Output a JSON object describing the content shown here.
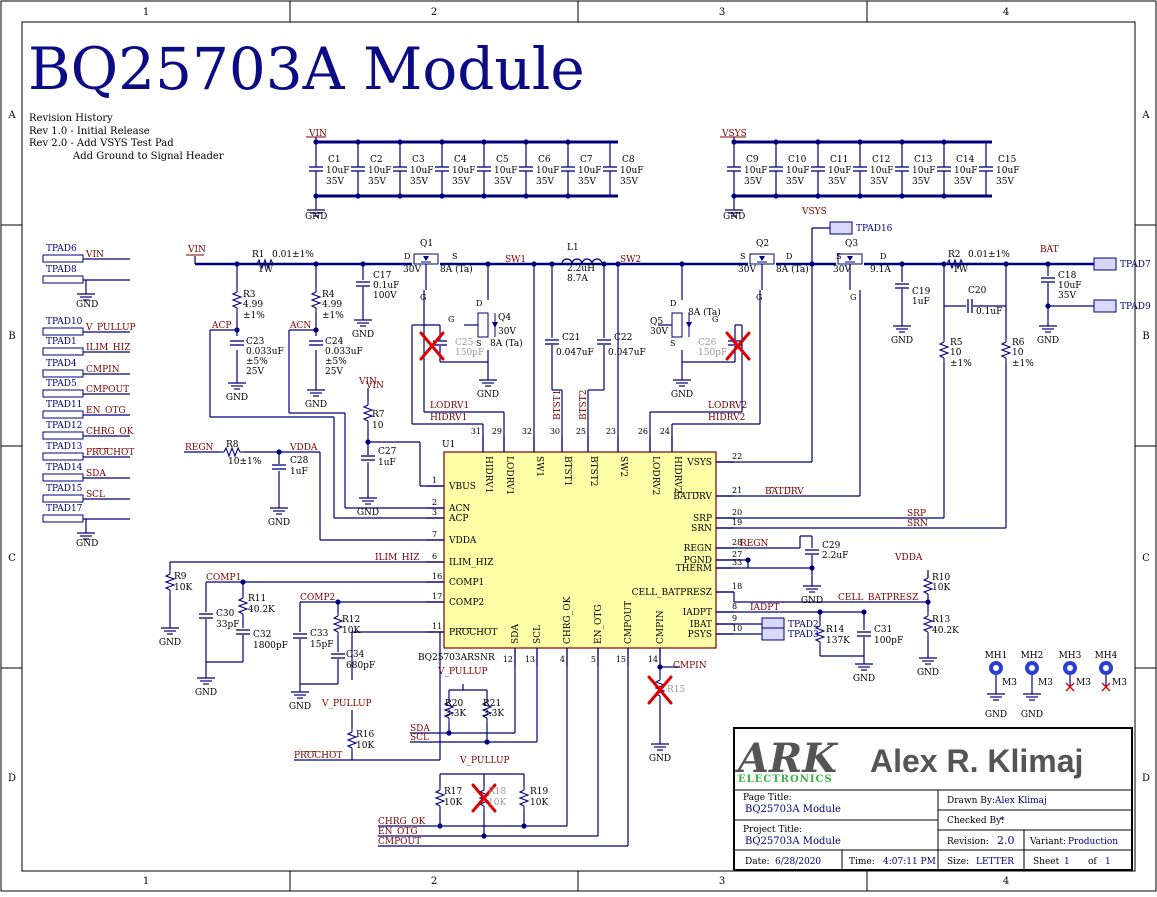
{
  "sheet": {
    "title": "BQ25703A Module",
    "col_labels": [
      "1",
      "2",
      "3",
      "4"
    ],
    "row_labels": [
      "A",
      "B",
      "C",
      "D"
    ],
    "revision_history": [
      "Revision History",
      "Rev 1.0 - Initial Release",
      "Rev 2.0 - Add VSYS Test Pad",
      "Add Ground to Signal Header"
    ]
  },
  "title_block": {
    "logo_main": "ARK",
    "logo_sub": "ELECTRONICS",
    "author_name": "Alex R. Klimaj",
    "page_title_label": "Page Title:",
    "page_title": "BQ25703A Module",
    "project_title_label": "Project Title:",
    "project_title": "BQ25703A Module",
    "drawn_by_label": "Drawn By:",
    "drawn_by": "Alex Klimaj",
    "checked_by_label": "Checked By:",
    "checked_by": "*",
    "revision_label": "Revision:",
    "revision": "2.0",
    "variant_label": "Variant:",
    "variant": "Production",
    "date_label": "Date:",
    "date": "6/28/2020",
    "time_label": "Time:",
    "time": "4:07:11 PM",
    "size_label": "Size:",
    "size": "LETTER",
    "sheet_label": "Sheet",
    "sheet_num": "1",
    "of_label": "of",
    "sheet_total": "1"
  },
  "ic": {
    "ref": "U1",
    "part": "BQ25703ARSNR",
    "left_pins": [
      {
        "num": "1",
        "name": "VBUS"
      },
      {
        "num": "2",
        "name": "ACN"
      },
      {
        "num": "3",
        "name": "ACP"
      },
      {
        "num": "7",
        "name": "VDDA"
      },
      {
        "num": "6",
        "name": "ILIM_HIZ"
      },
      {
        "num": "16",
        "name": "COMP1"
      },
      {
        "num": "17",
        "name": "COMP2"
      },
      {
        "num": "11",
        "name": "PROCHOT"
      }
    ],
    "top_pins": [
      {
        "num": "31",
        "name": "HIDRV1"
      },
      {
        "num": "29",
        "name": "LODRV1"
      },
      {
        "num": "32",
        "name": "SW1"
      },
      {
        "num": "30",
        "name": "BTST1"
      },
      {
        "num": "25",
        "name": "BTST2"
      },
      {
        "num": "23",
        "name": "SW2"
      },
      {
        "num": "26",
        "name": "LODRV2"
      },
      {
        "num": "24",
        "name": "HIDRV2"
      }
    ],
    "right_pins": [
      {
        "num": "22",
        "name": "VSYS"
      },
      {
        "num": "21",
        "name": "BATDRV"
      },
      {
        "num": "20",
        "name": "SRP"
      },
      {
        "num": "19",
        "name": "SRN"
      },
      {
        "num": "28",
        "name": "REGN"
      },
      {
        "num": "27",
        "name": "PGND"
      },
      {
        "num": "33",
        "name": "THERM"
      },
      {
        "num": "18",
        "name": "CELL_BATPRESZ"
      },
      {
        "num": "8",
        "name": "IADPT"
      },
      {
        "num": "9",
        "name": "IBAT"
      },
      {
        "num": "10",
        "name": "PSYS"
      }
    ],
    "bottom_pins": [
      {
        "num": "12",
        "name": "SDA"
      },
      {
        "num": "13",
        "name": "SCL"
      },
      {
        "num": "4",
        "name": "CHRG_OK"
      },
      {
        "num": "5",
        "name": "EN_OTG"
      },
      {
        "num": "15",
        "name": "CMPOUT"
      },
      {
        "num": "14",
        "name": "CMPIN"
      }
    ]
  },
  "caps_vin": [
    {
      "ref": "C1",
      "val": "10uF",
      "v": "35V"
    },
    {
      "ref": "C2",
      "val": "10uF",
      "v": "35V"
    },
    {
      "ref": "C3",
      "val": "10uF",
      "v": "35V"
    },
    {
      "ref": "C4",
      "val": "10uF",
      "v": "35V"
    },
    {
      "ref": "C5",
      "val": "10uF",
      "v": "35V"
    },
    {
      "ref": "C6",
      "val": "10uF",
      "v": "35V"
    },
    {
      "ref": "C7",
      "val": "10uF",
      "v": "35V"
    },
    {
      "ref": "C8",
      "val": "10uF",
      "v": "35V"
    }
  ],
  "caps_vsys": [
    {
      "ref": "C9",
      "val": "10uF",
      "v": "35V"
    },
    {
      "ref": "C10",
      "val": "10uF",
      "v": "35V"
    },
    {
      "ref": "C11",
      "val": "10uF",
      "v": "35V"
    },
    {
      "ref": "C12",
      "val": "10uF",
      "v": "35V"
    },
    {
      "ref": "C13",
      "val": "10uF",
      "v": "35V"
    },
    {
      "ref": "C14",
      "val": "10uF",
      "v": "35V"
    },
    {
      "ref": "C15",
      "val": "10uF",
      "v": "35V"
    }
  ],
  "test_pads": [
    {
      "ref": "TPAD6",
      "net": "VIN"
    },
    {
      "ref": "TPAD8",
      "net": "GND"
    },
    {
      "ref": "TPAD10",
      "net": "V_PULLUP"
    },
    {
      "ref": "TPAD1",
      "net": "ILIM_HIZ"
    },
    {
      "ref": "TPAD4",
      "net": "CMPIN"
    },
    {
      "ref": "TPAD5",
      "net": "CMPOUT"
    },
    {
      "ref": "TPAD11",
      "net": "EN_OTG"
    },
    {
      "ref": "TPAD12",
      "net": "CHRG_OK"
    },
    {
      "ref": "TPAD13",
      "net": "PROCHOT"
    },
    {
      "ref": "TPAD14",
      "net": "SDA"
    },
    {
      "ref": "TPAD15",
      "net": "SCL"
    },
    {
      "ref": "TPAD17",
      "net": "GND"
    }
  ],
  "labels": {
    "vin": "VIN",
    "vsys": "VSYS",
    "gnd": "GND",
    "bat": "BAT",
    "regn": "REGN",
    "vdda": "VDDA",
    "v_pullup": "V_PULLUP",
    "acp": "ACP",
    "acn": "ACN",
    "sw1": "SW1",
    "sw2": "SW2",
    "btst1": "BTST1",
    "btst2": "BTST2",
    "lodrv1": "LODRV1",
    "hidrv1": "HIDRV1",
    "lodrv2": "LODRV2",
    "hidrv2": "HIDRV2",
    "batdrv": "BATDRV",
    "srp": "SRP",
    "srn": "SRN",
    "ilim_hiz": "ILIM_HIZ",
    "comp1": "COMP1",
    "comp2": "COMP2",
    "prochot": "PROCHOT",
    "iadpt": "IADPT",
    "cell_batpresz": "CELL_BATPRESZ",
    "cmpin": "CMPIN",
    "sda": "SDA",
    "scl": "SCL",
    "chrg_ok": "CHRG_OK",
    "en_otg": "EN_OTG",
    "cmpout": "CMPOUT",
    "tpad16": "TPAD16",
    "tpad7": "TPAD7",
    "tpad9": "TPAD9",
    "tpad2": "TPAD2",
    "tpad3": "TPAD3"
  },
  "parts": {
    "R1": {
      "ref": "R1",
      "val": "0.01±1%",
      "p": "1W"
    },
    "R2": {
      "ref": "R2",
      "val": "0.01±1%",
      "p": "1W"
    },
    "R3": {
      "ref": "R3",
      "val": "4.99",
      "tol": "±1%"
    },
    "R4": {
      "ref": "R4",
      "val": "4.99",
      "tol": "±1%"
    },
    "R5": {
      "ref": "R5",
      "val": "10",
      "tol": "±1%"
    },
    "R6": {
      "ref": "R6",
      "val": "10",
      "tol": "±1%"
    },
    "R7": {
      "ref": "R7",
      "val": "10"
    },
    "R8": {
      "ref": "R8",
      "val": "10±1%"
    },
    "R9": {
      "ref": "R9",
      "val": "10K"
    },
    "R10": {
      "ref": "R10",
      "val": "10K"
    },
    "R11": {
      "ref": "R11",
      "val": "40.2K"
    },
    "R12": {
      "ref": "R12",
      "val": "10K"
    },
    "R13": {
      "ref": "R13",
      "val": "40.2K"
    },
    "R14": {
      "ref": "R14",
      "val": "137K"
    },
    "R15": {
      "ref": "R15"
    },
    "R16": {
      "ref": "R16",
      "val": "10K"
    },
    "R17": {
      "ref": "R17",
      "val": "10K"
    },
    "R18": {
      "ref": "R18",
      "val": "10K"
    },
    "R19": {
      "ref": "R19",
      "val": "10K"
    },
    "R20": {
      "ref": "R20",
      "val": "3.3K"
    },
    "R21": {
      "ref": "R21",
      "val": "3.3K"
    },
    "C17": {
      "ref": "C17",
      "val": "0.1uF",
      "v": "100V"
    },
    "C18": {
      "ref": "C18",
      "val": "10uF",
      "v": "35V"
    },
    "C19": {
      "ref": "C19",
      "val": "1uF"
    },
    "C20": {
      "ref": "C20",
      "val": "0.1uF"
    },
    "C21": {
      "ref": "C21",
      "val": "0.047uF"
    },
    "C22": {
      "ref": "C22",
      "val": "0.047uF"
    },
    "C23": {
      "ref": "C23",
      "val": "0.033uF",
      "tol": "±5%",
      "v": "25V"
    },
    "C24": {
      "ref": "C24",
      "val": "0.033uF",
      "tol": "±5%",
      "v": "25V"
    },
    "C25": {
      "ref": "C25",
      "val": "150pF"
    },
    "C26": {
      "ref": "C26",
      "val": "150pF"
    },
    "C27": {
      "ref": "C27",
      "val": "1uF"
    },
    "C28": {
      "ref": "C28",
      "val": "1uF"
    },
    "C29": {
      "ref": "C29",
      "val": "2.2uF"
    },
    "C30": {
      "ref": "C30",
      "val": "33pF"
    },
    "C31": {
      "ref": "C31",
      "val": "100pF"
    },
    "C32": {
      "ref": "C32",
      "val": "1800pF"
    },
    "C33": {
      "ref": "C33",
      "val": "15pF"
    },
    "C34": {
      "ref": "C34",
      "val": "680pF"
    },
    "L1": {
      "ref": "L1",
      "val": "2.2uH",
      "i": "8.7A"
    },
    "Q1": {
      "ref": "Q1",
      "v": "30V",
      "i": "8A (Ta)"
    },
    "Q2": {
      "ref": "Q2",
      "v": "30V",
      "i": "8A (Ta)"
    },
    "Q3": {
      "ref": "Q3",
      "v": "30V",
      "i": "9.1A"
    },
    "Q4": {
      "ref": "Q4",
      "v": "30V",
      "i": "8A (Ta)"
    },
    "Q5": {
      "ref": "Q5",
      "v": "30V",
      "i": "8A (Ta)"
    }
  },
  "pin_letters": {
    "g": "G",
    "d": "D",
    "s": "S"
  },
  "mounting_holes": [
    {
      "ref": "MH1",
      "m": "M3",
      "net": "GND"
    },
    {
      "ref": "MH2",
      "m": "M3",
      "net": "GND"
    },
    {
      "ref": "MH3",
      "m": "M3"
    },
    {
      "ref": "MH4",
      "m": "M3"
    }
  ],
  "colors": {
    "wire": "#00007f",
    "net_label": "#7f0000",
    "ic_fill": "#ffffa8",
    "dnp_x": "#e00000",
    "title_text": "#0b0b86",
    "author_text": "#555555",
    "logo_green": "#3cb043"
  }
}
